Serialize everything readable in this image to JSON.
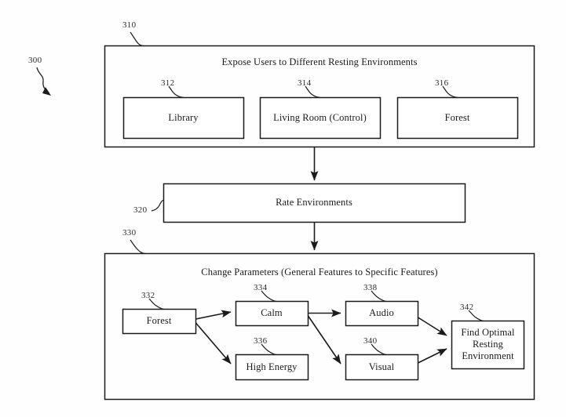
{
  "figure": {
    "figure_ref": "300",
    "groups": [
      {
        "id": "310",
        "ref": "310",
        "title": "Expose Users to Different Resting Environments"
      },
      {
        "id": "330",
        "ref": "330",
        "title": "Change Parameters (General Features to Specific Features)"
      }
    ],
    "nodes": [
      {
        "id": "312",
        "ref": "312",
        "label": "Library"
      },
      {
        "id": "314",
        "ref": "314",
        "label": "Living Room (Control)"
      },
      {
        "id": "316",
        "ref": "316",
        "label": "Forest"
      },
      {
        "id": "320",
        "ref": "320",
        "label": "Rate Environments"
      },
      {
        "id": "332",
        "ref": "332",
        "label": "Forest"
      },
      {
        "id": "334",
        "ref": "334",
        "label": "Calm"
      },
      {
        "id": "336",
        "ref": "336",
        "label": "High Energy"
      },
      {
        "id": "338",
        "ref": "338",
        "label": "Audio"
      },
      {
        "id": "340",
        "ref": "340",
        "label": "Visual"
      },
      {
        "id": "342",
        "ref": "342",
        "label": "Find Optimal Resting Environment"
      }
    ],
    "colors": {
      "line": "#1b1b1b",
      "background": "#fefefe",
      "text": "#1b1b1b"
    }
  }
}
